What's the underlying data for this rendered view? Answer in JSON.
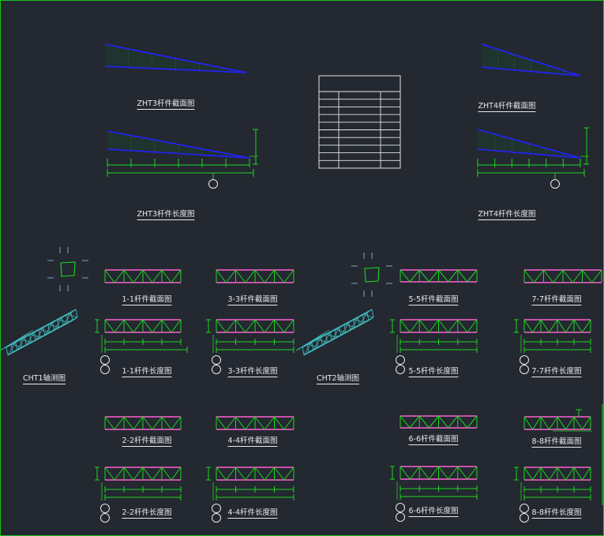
{
  "drawing": {
    "colors": {
      "background": "#232831",
      "frame": "#19c219",
      "dimension": "#1fd61f",
      "web": "#1fd61f",
      "chord_top": "#ff5fd0",
      "chord_bottom": "#ff5fd0",
      "roof": "#2222ee",
      "iso": "#3fb8b8",
      "text": "#e9e9e9",
      "table": "#e6e6e6"
    },
    "labels": {
      "zht3_section": "ZHT3杆件截面图",
      "zht4_section": "ZHT4杆件截面图",
      "zht3_length": "ZHT3杆件长度图",
      "zht4_length": "ZHT4杆件长度图",
      "s11_section": "1-1杆件截面图",
      "s33_section": "3-3杆件截面图",
      "s55_section": "5-5杆件截面图",
      "s77_section": "7-7杆件截面图",
      "s11_length": "1-1杆件长度图",
      "s33_length": "3-3杆件长度图",
      "s55_length": "5-5杆件长度图",
      "s77_length": "7-7杆件长度图",
      "cht1_axo": "CHT1轴测图",
      "cht2_axo": "CHT2轴测图",
      "s22_section": "2-2杆件截面图",
      "s44_section": "4-4杆件截面图",
      "s66_section": "6-6杆件截面图",
      "s88_section": "8-8杆件截面图",
      "s22_length": "2-2杆件长度图",
      "s44_length": "4-4杆件长度图",
      "s66_length": "6-6杆件长度图",
      "s88_length": "8-8杆件长度图"
    },
    "table": {
      "rows": 11,
      "cols": 3
    }
  }
}
